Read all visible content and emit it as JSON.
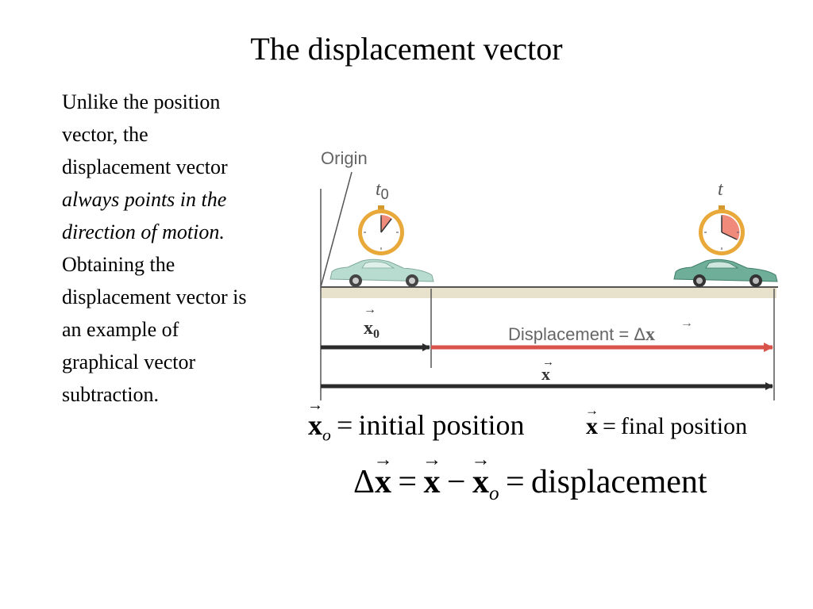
{
  "slide": {
    "title": "The displacement vector",
    "body": {
      "part1": "Unlike the position vector, the displacement vector ",
      "emphasis": "always points in the direction of motion.",
      "part2": " Obtaining the displacement vector is an example of graphical vector subtraction."
    }
  },
  "diagram": {
    "origin_label": "Origin",
    "t0_symbol": "t",
    "t0_subscript": "0",
    "t_symbol": "t",
    "x0_symbol": "x",
    "x0_subscript": "0",
    "displacement_text": "Displacement = Δ",
    "displacement_vec": "x",
    "x_symbol": "x",
    "colors": {
      "displacement_arrow": "#d9534a",
      "position_arrow": "#2b2b2b",
      "ground": "#e8e2cc",
      "car_initial": "#b9dcd0",
      "car_final": "#6fae98",
      "stopwatch_ring": "#e8a93a",
      "stopwatch_fill": "#f08a7a"
    },
    "icons": [
      "stopwatch-icon",
      "car-icon"
    ]
  },
  "equations": {
    "eq1": {
      "vec": "x",
      "sub": "o",
      "op": "=",
      "rhs": "initial position"
    },
    "eq2": {
      "vec": "x",
      "op": "=",
      "rhs": "final position"
    },
    "eq3": {
      "delta": "Δ",
      "vec1": "x",
      "op1": "=",
      "vec2": "x",
      "op2": "−",
      "vec3": "x",
      "sub": "o",
      "op3": "=",
      "rhs": "displacement"
    }
  }
}
